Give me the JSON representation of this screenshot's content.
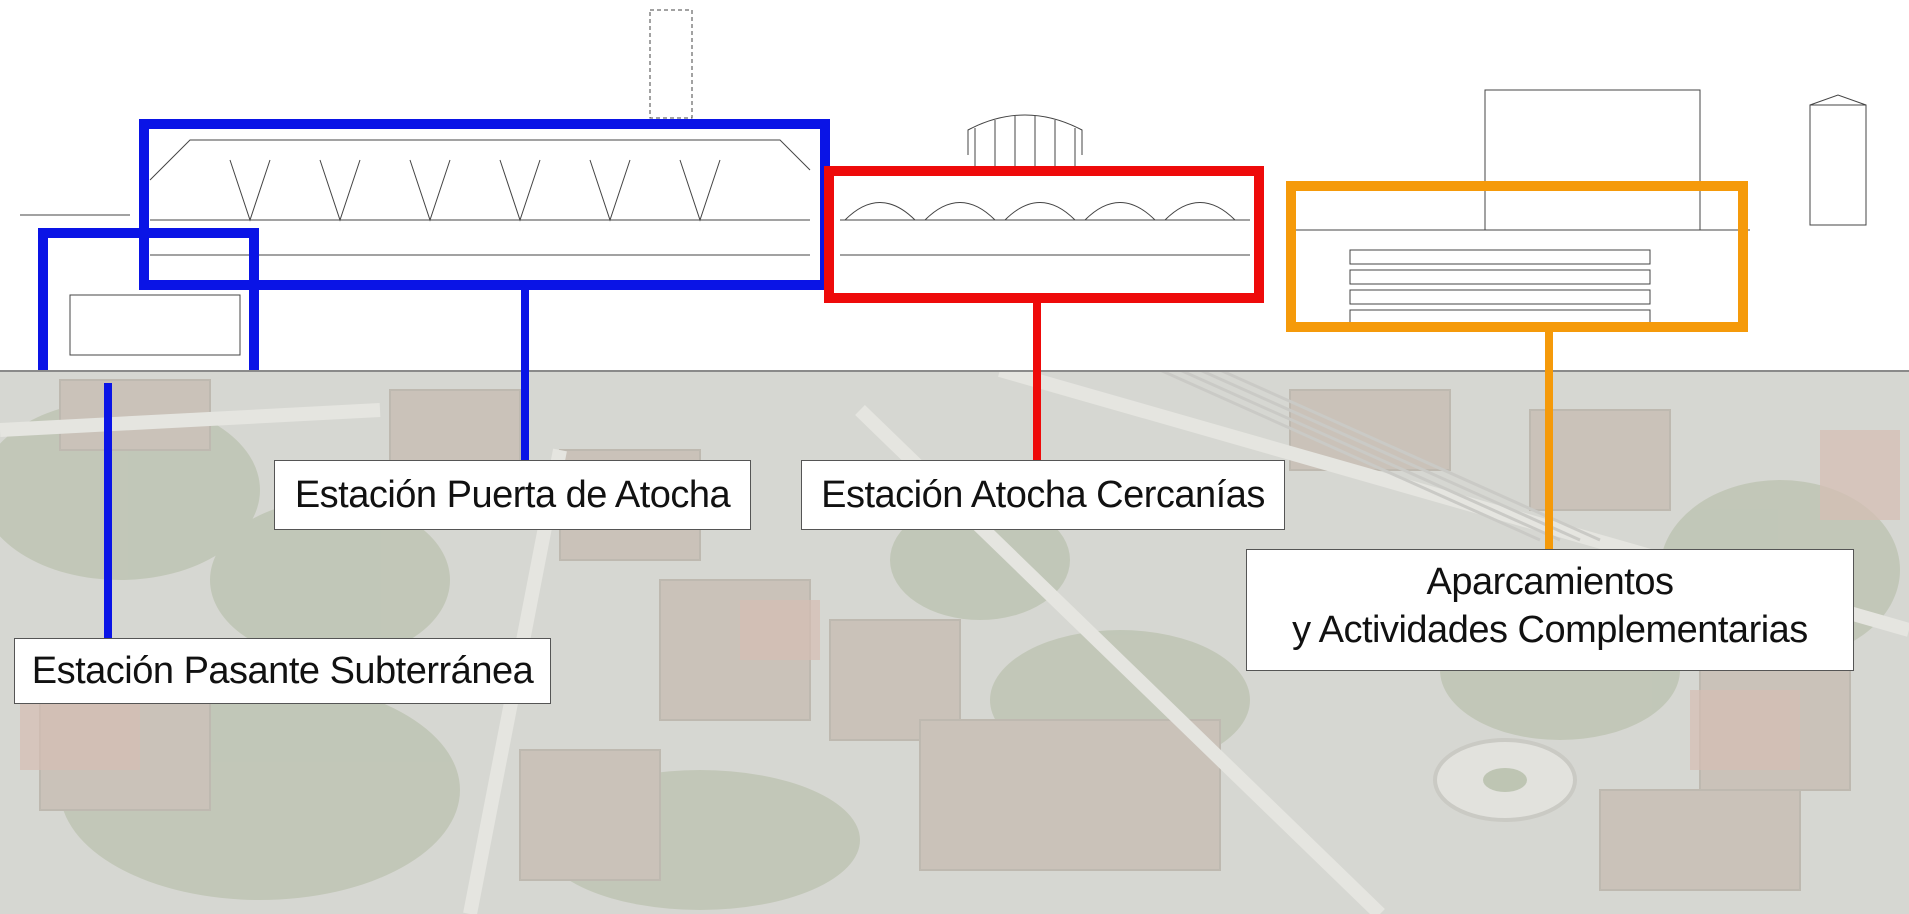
{
  "labels": {
    "puerta_atocha": "Estación Puerta de Atocha",
    "atocha_cercanias": "Estación Atocha Cercanías",
    "pasante_subterranea": "Estación Pasante Subterránea",
    "aparcamientos_line1": "Aparcamientos",
    "aparcamientos_line2": "y Actividades Complementarias"
  },
  "colors": {
    "puerta_atocha": "#0a14e6",
    "atocha_cercanias": "#ee0a0a",
    "pasante_subterranea": "#0a14e6",
    "aparcamientos": "#f59a0a"
  }
}
